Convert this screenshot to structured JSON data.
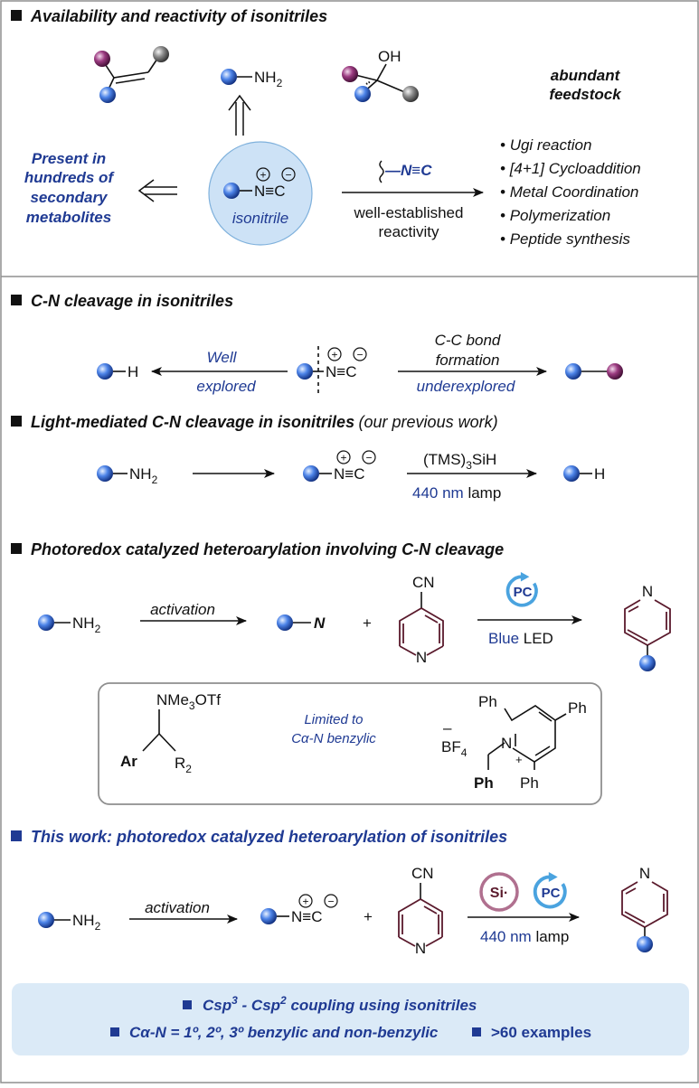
{
  "section1": {
    "title": "Availability and reactivity of isonitriles",
    "amine_label": "NH",
    "amine_sub": "2",
    "alcohol_label": "OH",
    "feedstock_line1": "abundant",
    "feedstock_line2": "feedstock",
    "present_line1": "Present in",
    "present_line2": "hundreds of",
    "present_line3": "secondary",
    "present_line4": "metabolites",
    "isonitrile_group": "N≡C",
    "isonitrile_label": "isonitrile",
    "reagent_label": "—N≡C",
    "arrow_label_line1": "well-established",
    "arrow_label_line2": "reactivity",
    "reactions": [
      "Ugi reaction",
      "[4+1] Cycloaddition",
      "Metal Coordination",
      "Polymerization",
      "Peptide synthesis"
    ]
  },
  "section2": {
    "title": "C-N cleavage in isonitriles",
    "left_product": "H",
    "left_label_line1": "Well",
    "left_label_line2": "explored",
    "center_group": "N≡C",
    "right_label_line1": "C-C bond",
    "right_label_line2": "formation",
    "right_label_line3": "underexplored"
  },
  "section3": {
    "title": "Light-mediated C-N cleavage in isonitriles",
    "title_suffix": "(our previous work)",
    "start_label": "NH",
    "start_sub": "2",
    "mid_group": "N≡C",
    "reagent": "(TMS)",
    "reagent_sub": "3",
    "reagent_tail": "SiH",
    "light_nm": "440 nm",
    "light_tail": "lamp",
    "product": "H"
  },
  "section4": {
    "title": "Photoredox catalyzed heteroarylation involving C-N cleavage",
    "start_label": "NH",
    "start_sub": "2",
    "activation": "activation",
    "mid_label": "N",
    "plus": "+",
    "cn_label": "CN",
    "pyr_n": "N",
    "pc_label": "PC",
    "light": "Blue",
    "light_tail": "LED",
    "product_n": "N",
    "box": {
      "nme3": "NMe",
      "nme3_sub": "3",
      "otf": "OTf",
      "ar": "Ar",
      "r2": "R",
      "r2_sub": "2",
      "limited_line1": "Limited to",
      "limited_line2": "Cα-N benzylic",
      "minus": "–",
      "bf4": "BF",
      "bf4_sub": "4",
      "ph": "Ph",
      "n_plus_n": "N",
      "plus": "+"
    }
  },
  "section5": {
    "title": "This work: photoredox catalyzed heteroarylation of isonitriles",
    "start_label": "NH",
    "start_sub": "2",
    "activation": "activation",
    "mid_group": "N≡C",
    "plus": "+",
    "cn_label": "CN",
    "pyr_n": "N",
    "si_label": "Si·",
    "pc_label": "PC",
    "light_nm": "440 nm",
    "light_tail": "lamp",
    "product_n": "N"
  },
  "summary": {
    "line1_a": "Csp",
    "line1_sup1": "3",
    "line1_b": " - Csp",
    "line1_sup2": "2",
    "line1_c": " coupling using isonitriles",
    "line2_a": "Cα-N = 1º, 2º, 3º benzylic and non-benzylic",
    "line2_b": ">60 examples"
  },
  "colors": {
    "navy": "#1f3a93",
    "ball_blue": "#2a5bd7",
    "ball_purple": "#8a2b6e",
    "ball_grey": "#7a7a7a",
    "ring": "#5a1a2c",
    "pc_circle": "#4aa3df",
    "si_circle": "#b0708f",
    "summary_bg": "#dbeaf7",
    "isonitrile_bg": "#cde2f6"
  }
}
